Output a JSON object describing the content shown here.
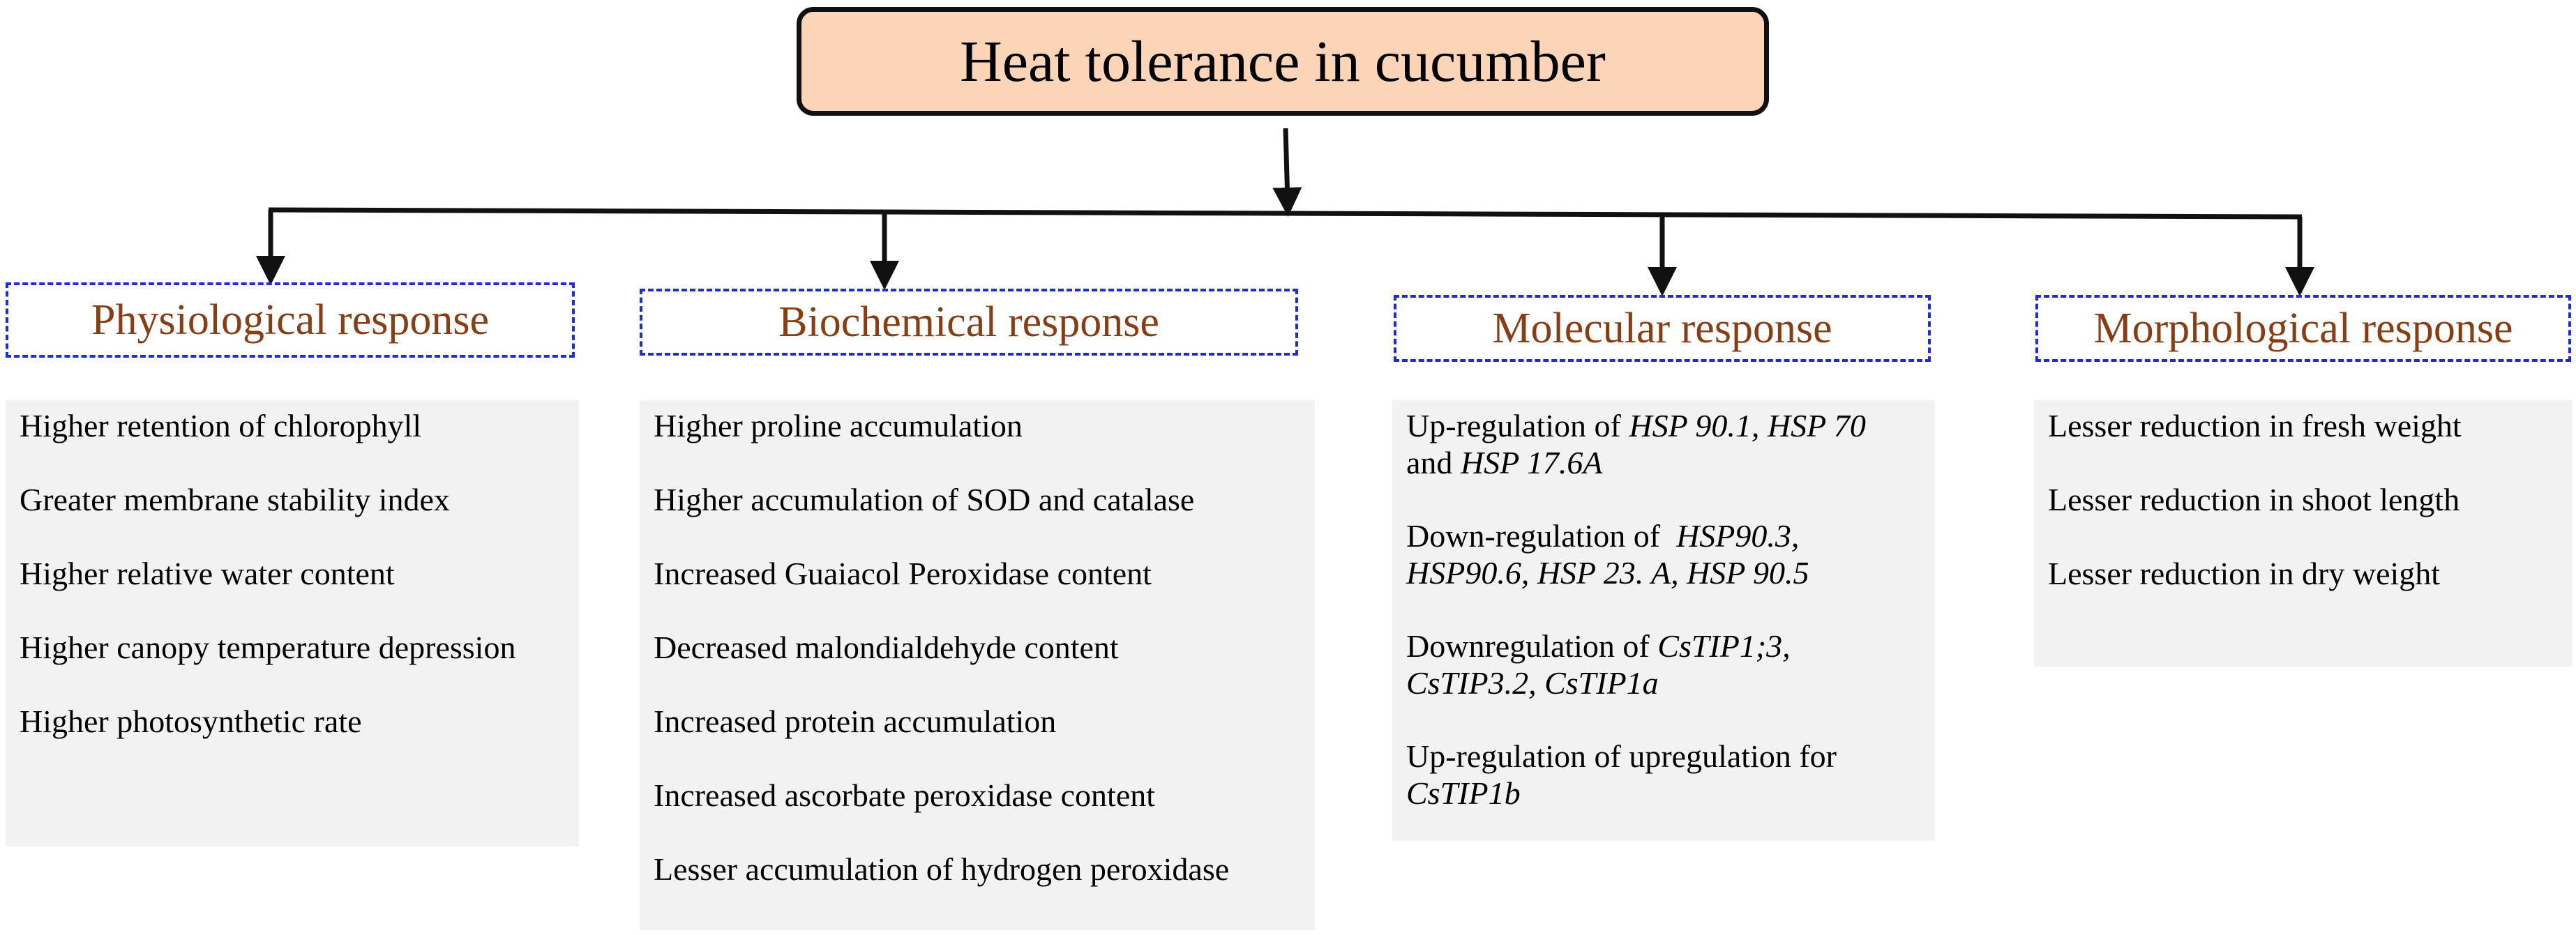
{
  "root": {
    "title": "Heat tolerance in cucumber",
    "fill_color": "#fcd5b8"
  },
  "categories": [
    {
      "label": "Physiological response",
      "items": [
        "Higher retention of chlorophyll",
        "Greater membrane stability index",
        "Higher relative water content",
        "Higher canopy temperature depression",
        "Higher photosynthetic rate"
      ]
    },
    {
      "label": "Biochemical response",
      "items": [
        "Higher proline accumulation",
        "Higher accumulation of SOD and catalase",
        "Increased Guaiacol Peroxidase content",
        "Decreased malondialdehyde content",
        "Increased protein accumulation",
        "Increased ascorbate peroxidase content",
        "Lesser accumulation of hydrogen peroxidase"
      ]
    },
    {
      "label": "Molecular response",
      "items": [
        {
          "prefix": "Up-regulation of ",
          "genes_line1": "HSP 90.1, HSP 70",
          "joiner": "and ",
          "genes_line2": "HSP 17.6A"
        },
        {
          "prefix": "Down-regulation of  ",
          "genes_line1": "HSP90.3,",
          "genes_line2": "HSP90.6, HSP 23. A, HSP 90.5"
        },
        {
          "prefix": "Downregulation of ",
          "genes_line1": "CsTIP1;3,",
          "genes_line2": "CsTIP3.2, CsTIP1a"
        },
        {
          "prefix": "Up-regulation of upregulation for",
          "genes_line2": "CsTIP1b"
        }
      ]
    },
    {
      "label": "Morphological response",
      "items": [
        "Lesser reduction in fresh weight",
        "Lesser reduction in shoot length",
        "Lesser reduction in dry weight"
      ]
    }
  ],
  "colors": {
    "category_text": "#8a3c12",
    "category_border": "#1a2be0",
    "panel_fill": "#f2f2f2",
    "connector": "#111111"
  }
}
